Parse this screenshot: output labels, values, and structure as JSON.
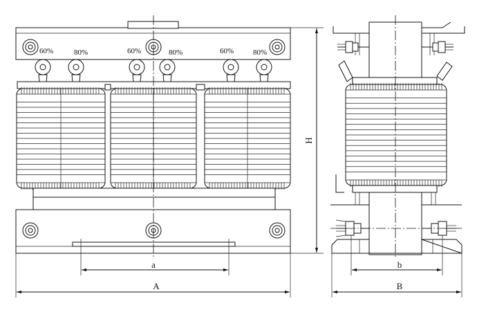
{
  "diagram": {
    "tap_labels": [
      "60%",
      "80%",
      "60%",
      "80%",
      "60%",
      "80%"
    ],
    "dimensions": {
      "a": "a",
      "A": "A",
      "H": "H",
      "b": "b",
      "B": "B"
    }
  }
}
